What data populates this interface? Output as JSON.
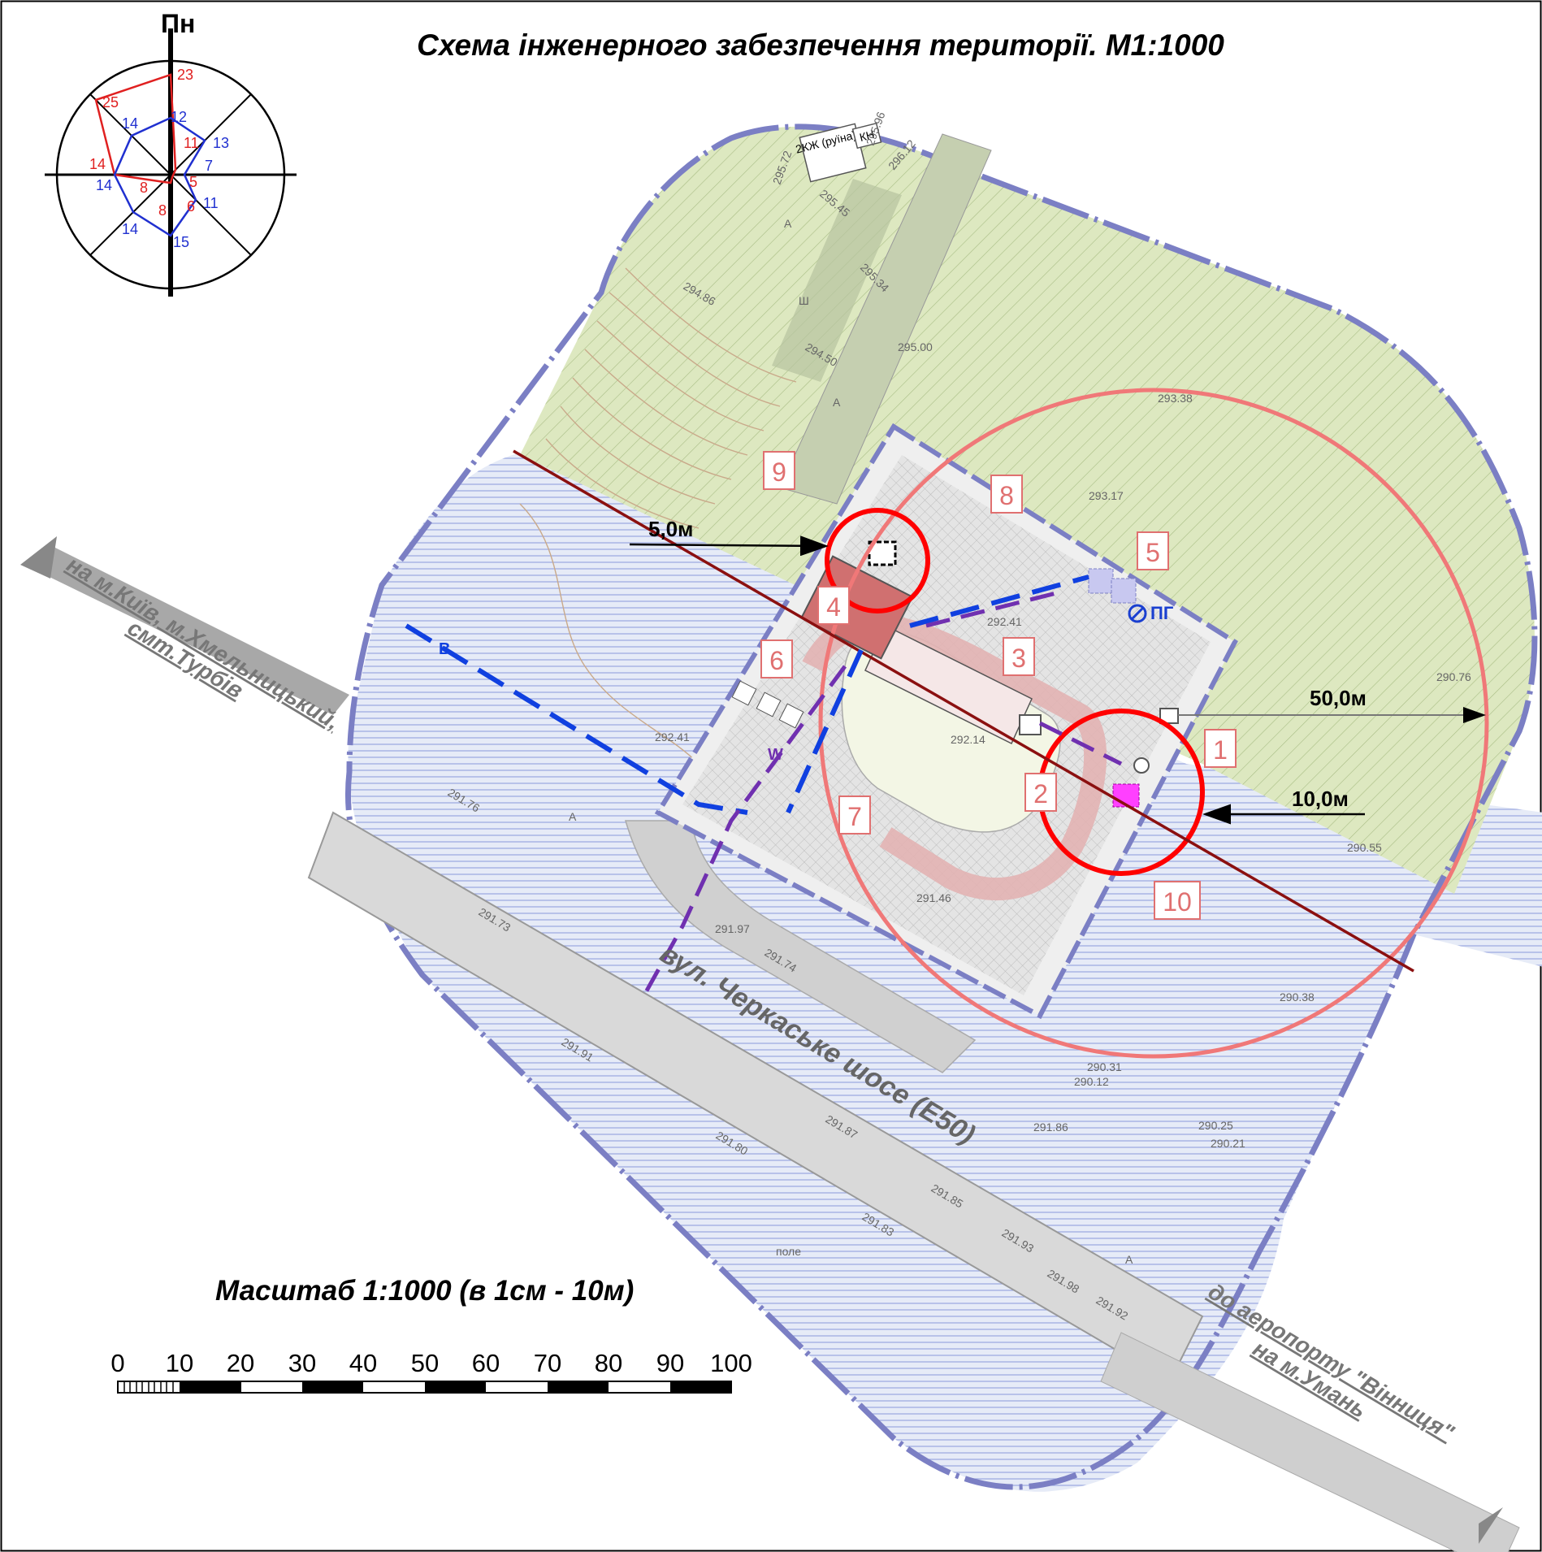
{
  "title": "Схема інженерного забезпечення території. М1:1000",
  "compass": {
    "north_label": "Пн",
    "wind_rose_red": [
      "23",
      "11",
      "5",
      "6",
      "8",
      "8",
      "14",
      "25"
    ],
    "wind_rose_blue": [
      "12",
      "13",
      "7",
      "11",
      "15",
      "14",
      "14",
      "14"
    ],
    "colors": {
      "red": "#e02020",
      "blue": "#2030d0"
    }
  },
  "scale_bar": {
    "label": "Масштаб 1:1000 (в 1см - 10м)",
    "ticks": [
      "0",
      "10",
      "20",
      "30",
      "40",
      "50",
      "60",
      "70",
      "80",
      "90",
      "100"
    ]
  },
  "map": {
    "building_labels": [
      "2КЖ (руїна)",
      "КН"
    ],
    "object_numbers": [
      "1",
      "2",
      "3",
      "4",
      "5",
      "6",
      "7",
      "8",
      "9",
      "10"
    ],
    "dimensions": [
      "5,0м",
      "50,0м",
      "10,0м"
    ],
    "hydrant_label": "ПГ",
    "utility_letters": {
      "water": "В",
      "sewer": "W"
    },
    "road_name": "вул. Черкаське шосе (Е50)",
    "direction_nw": [
      "на м.Київ, м.Хмельницький,",
      "смт.Турбів"
    ],
    "direction_se": [
      "до аеропорту \"Вінниця\"",
      "на м.Умань"
    ],
    "elevations": [
      "295.72",
      "295.45",
      "295.96",
      "296.12",
      "295.34",
      "294.86",
      "294.50",
      "295.00",
      "293.38",
      "293.17",
      "292.41",
      "292.14",
      "292.41",
      "290.76",
      "290.55",
      "291.46",
      "291.97",
      "291.74",
      "290.38",
      "290.31",
      "290.12",
      "291.86",
      "290.25",
      "290.21",
      "291.76",
      "291.73",
      "291.91",
      "291.80",
      "291.87",
      "291.85",
      "291.83",
      "291.93",
      "291.98",
      "291.92"
    ],
    "soil_letters": [
      "А",
      "Ш"
    ],
    "misc": [
      "поле"
    ],
    "colors": {
      "zone_border": "#7b7fc4",
      "green_fill": "#d9e6b8",
      "blue_fill": "#b8c4ea",
      "protection_circle": "#f07878",
      "red_circle": "#ff0000",
      "water_line": "#1040e0",
      "sewer_line": "#7030b0",
      "power_line": "#8b1010",
      "road_fill": "#c8c8c8",
      "building_fill": "#d07070"
    }
  }
}
